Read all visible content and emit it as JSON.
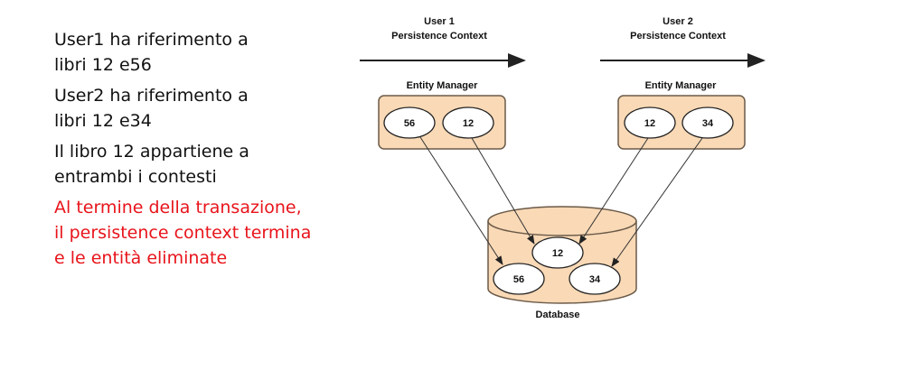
{
  "bullets": [
    {
      "lines": [
        "User1 ha riferimento a",
        "libri 12 e56"
      ],
      "color": "#111111"
    },
    {
      "lines": [
        "User2 ha riferimento a",
        "libri 12 e34"
      ],
      "color": "#111111"
    },
    {
      "lines": [
        "Il libro 12 appartiene a",
        "entrambi i contesti"
      ],
      "color": "#111111"
    },
    {
      "lines": [
        "Al termine della transazione,",
        "il persistence context termina",
        "e le entità eliminate"
      ],
      "color": "#e8141b"
    }
  ],
  "diagram": {
    "user1": {
      "title": "User 1",
      "subtitle": "Persistence Context"
    },
    "user2": {
      "title": "User 2",
      "subtitle": "Persistence Context"
    },
    "em1": {
      "label": "Entity Manager",
      "nodes": [
        "56",
        "12"
      ]
    },
    "em2": {
      "label": "Entity Manager",
      "nodes": [
        "12",
        "34"
      ]
    },
    "database": {
      "label": "Database",
      "nodes": [
        "12",
        "56",
        "34"
      ]
    },
    "colors": {
      "box_fill": "#f9d9b6",
      "box_stroke": "#6b5a48",
      "node_fill": "#ffffff"
    }
  }
}
